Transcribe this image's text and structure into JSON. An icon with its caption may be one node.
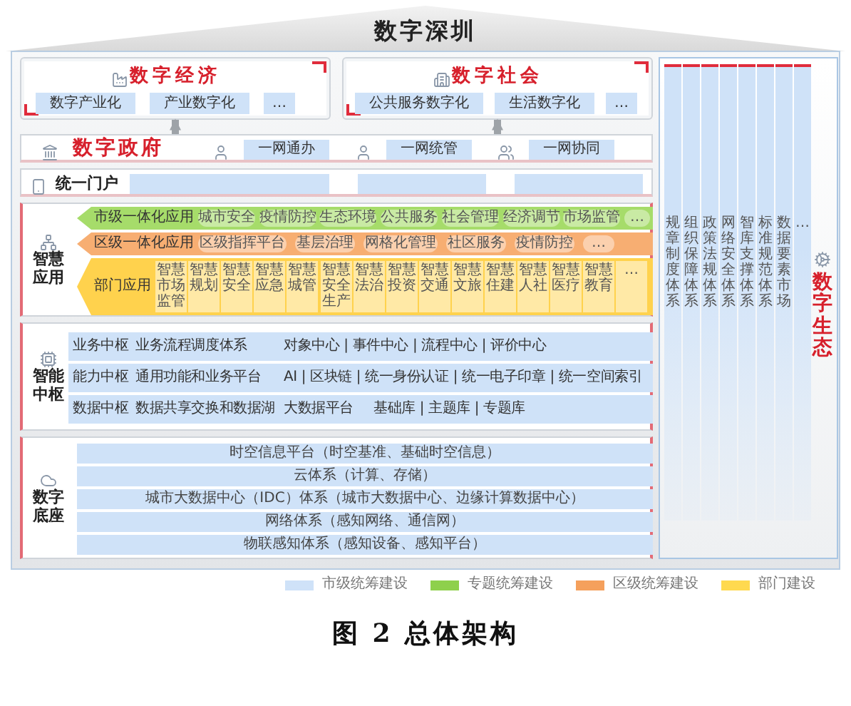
{
  "diagram": {
    "nodes": [
      {
        "text": [
          "数字深圳"
        ]
      },
      {
        "text": [
          "数字经济"
        ],
        "in": 0
      },
      {
        "text": [
          "数字产业化"
        ],
        "in": 1
      },
      {
        "text": [
          "产业数字化"
        ],
        "in": 1
      },
      {
        "text": [
          "…"
        ],
        "in": 1
      },
      {
        "text": [
          "数字社会"
        ],
        "in": 0
      },
      {
        "text": [
          "公共服务数字化"
        ],
        "in": 5
      },
      {
        "text": [
          "生活数字化"
        ],
        "in": 5
      },
      {
        "text": [
          "…"
        ],
        "in": 5
      },
      {
        "text": [
          "数字政府"
        ],
        "in": 0
      },
      {
        "text": [
          "一网通办"
        ],
        "in": 9
      },
      {
        "text": [
          "一网统管"
        ],
        "in": 9
      },
      {
        "text": [
          "一网协同"
        ],
        "in": 9
      },
      {
        "text": [
          "统一门户"
        ],
        "in": 0
      },
      {
        "text": [],
        "shape": "box",
        "in": 13
      },
      {
        "text": [],
        "shape": "box",
        "in": 13
      },
      {
        "text": [],
        "shape": "box",
        "in": 13
      },
      {
        "text": [
          "智慧应用"
        ],
        "in": 0
      },
      {
        "text": [
          "市级一体化应用"
        ],
        "in": 17
      },
      {
        "text": [
          "城市安全"
        ],
        "in": 18
      },
      {
        "text": [
          "疫情防控"
        ],
        "in": 18
      },
      {
        "text": [
          "生态环境"
        ],
        "in": 18
      },
      {
        "text": [
          "公共服务"
        ],
        "in": 18
      },
      {
        "text": [
          "社会管理"
        ],
        "in": 18
      },
      {
        "text": [
          "经济调节"
        ],
        "in": 18
      },
      {
        "text": [
          "市场监管"
        ],
        "in": 18
      },
      {
        "text": [
          "…"
        ],
        "in": 18
      },
      {
        "text": [
          "区级一体化应用"
        ],
        "in": 17
      },
      {
        "text": [
          "区级指挥平台"
        ],
        "in": 27
      },
      {
        "text": [
          "基层治理"
        ],
        "in": 27
      },
      {
        "text": [
          "网格化管理"
        ],
        "in": 27
      },
      {
        "text": [
          "社区服务"
        ],
        "in": 27
      },
      {
        "text": [
          "疫情防控"
        ],
        "in": 27
      },
      {
        "text": [
          "…"
        ],
        "in": 27
      },
      {
        "text": [
          "部门应用"
        ],
        "in": 17
      },
      {
        "text": [
          "智慧市场监管"
        ],
        "in": 34
      },
      {
        "text": [
          "智慧规划"
        ],
        "in": 34
      },
      {
        "text": [
          "智慧安全"
        ],
        "in": 34
      },
      {
        "text": [
          "智慧应急"
        ],
        "in": 34
      },
      {
        "text": [
          "智慧城管"
        ],
        "in": 34
      },
      {
        "text": [
          "智慧安全生产"
        ],
        "in": 34
      },
      {
        "text": [
          "智慧法治"
        ],
        "in": 34
      },
      {
        "text": [
          "智慧投资"
        ],
        "in": 34
      },
      {
        "text": [
          "智慧交通"
        ],
        "in": 34
      },
      {
        "text": [
          "智慧文旅"
        ],
        "in": 34
      },
      {
        "text": [
          "智慧住建"
        ],
        "in": 34
      },
      {
        "text": [
          "智慧人社"
        ],
        "in": 34
      },
      {
        "text": [
          "智慧医疗"
        ],
        "in": 34
      },
      {
        "text": [
          "智慧教育"
        ],
        "in": 34
      },
      {
        "text": [
          "…"
        ],
        "in": 34
      },
      {
        "text": [
          "智能中枢"
        ],
        "in": 0
      },
      {
        "text": [
          "业务中枢",
          "业务流程调度体系",
          "对象中心 | 事件中心 | 流程中心 | 评价中心"
        ],
        "in": 50
      },
      {
        "text": [
          "能力中枢",
          "通用功能和业务平台",
          "AI | 区块链 | 统一身份认证 | 统一电子印章 | 统一空间索引"
        ],
        "in": 50
      },
      {
        "text": [
          "数据中枢",
          "数据共享交换和数据湖",
          "大数据平台",
          "基础库 | 主题库 | 专题库"
        ],
        "in": 50
      },
      {
        "text": [
          "数字底座"
        ],
        "in": 0
      },
      {
        "text": [
          "时空信息平台（时空基准、基础时空信息）"
        ],
        "in": 54
      },
      {
        "text": [
          "云体系（计算、存储）"
        ],
        "in": 54
      },
      {
        "text": [
          "城市大数据中心（IDC）体系（城市大数据中心、边缘计算数据中心）"
        ],
        "in": 54
      },
      {
        "text": [
          "网络体系（感知网络、通信网）"
        ],
        "in": 54
      },
      {
        "text": [
          "物联感知体系（感知设备、感知平台）"
        ],
        "in": 54
      },
      {
        "text": [
          "数字生态"
        ],
        "in": 0
      },
      {
        "text": [
          "规章制度体系"
        ],
        "in": 60
      },
      {
        "text": [
          "组织保障体系"
        ],
        "in": 60
      },
      {
        "text": [
          "政策法规体系"
        ],
        "in": 60
      },
      {
        "text": [
          "网络安全体系"
        ],
        "in": 60
      },
      {
        "text": [
          "智库支撑体系"
        ],
        "in": 60
      },
      {
        "text": [
          "标准规范体系"
        ],
        "in": 60
      },
      {
        "text": [
          "数据要素市场"
        ],
        "in": 60
      },
      {
        "text": [
          "…"
        ],
        "in": 60
      }
    ],
    "edges": [
      {
        "from": 9,
        "to": 1,
        "arrow": "to"
      },
      {
        "from": 9,
        "to": 5,
        "arrow": "to"
      }
    ],
    "legend": [
      {
        "text": "市级统筹建设",
        "color": "#cfe2f8"
      },
      {
        "text": "专题统筹建设",
        "color": "#8ed04c"
      },
      {
        "text": "区级统筹建设",
        "color": "#f5a05c"
      },
      {
        "text": "部门建设",
        "color": "#ffd94f"
      }
    ],
    "caption": "图 2 总体架构"
  }
}
